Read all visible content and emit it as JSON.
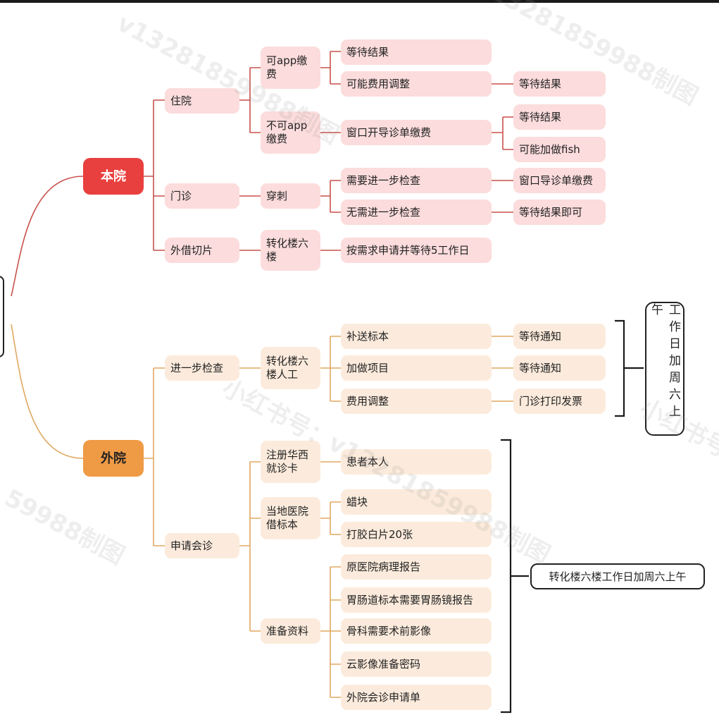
{
  "branch1": {
    "label": "本院",
    "zhuyuan": {
      "label": "住院",
      "app": {
        "label": "可app缴费",
        "c1": "等待结果",
        "c2": "可能费用调整",
        "c2_child": "等待结果"
      },
      "noapp": {
        "label": "不可app缴费",
        "c1": "窗口开导诊单缴费",
        "c1_children": [
          "等待结果",
          "可能加做fish"
        ]
      }
    },
    "menzhen": {
      "label": "门诊",
      "chuanci": {
        "label": "穿刺",
        "c1": "需要进一步检查",
        "c1_child": "窗口导诊单缴费",
        "c2": "无需进一步检查",
        "c2_child": "等待结果即可"
      }
    },
    "waijie": {
      "label": "外借切片",
      "loc": "转化楼六楼",
      "c1": "按需求申请并等待5工作日"
    }
  },
  "branch2": {
    "label": "外院",
    "jinyibu": {
      "label": "进一步检查",
      "loc": "转化楼六楼人工",
      "items": [
        "补送标本",
        "加做项目",
        "费用调整"
      ],
      "results": [
        "等待通知",
        "等待通知",
        "门诊打印发票"
      ]
    },
    "huizhen": {
      "label": "申请会诊",
      "zhuce": {
        "label": "注册华西就诊卡",
        "c1": "患者本人"
      },
      "dangdi": {
        "label": "当地医院借标本",
        "c1": "蜡块",
        "c2": "打胶白片20张"
      },
      "zhunbei": {
        "label": "准备资料",
        "items": [
          "原医院病理报告",
          "胃肠道标本需要胃肠镜报告",
          "骨科需要术前影像",
          "云影像准备密码",
          "外院会诊申请单"
        ]
      }
    }
  },
  "notes": {
    "vertical": "工作日加周六上午",
    "horizontal": "转化楼六楼工作日加周六上午"
  },
  "watermarks": [
    "v13281859988制图",
    "v13281859988制图",
    "小红书号：",
    "59988制图",
    "v13281859988制图",
    "小红书号"
  ],
  "colors": {
    "red_branch": "#e8403e",
    "red_line": "#c8504a",
    "orange_branch": "#ef9a45",
    "orange_line": "#e0a860",
    "pink_node": "#fcdcdc",
    "peach_node": "#fcebdc"
  }
}
